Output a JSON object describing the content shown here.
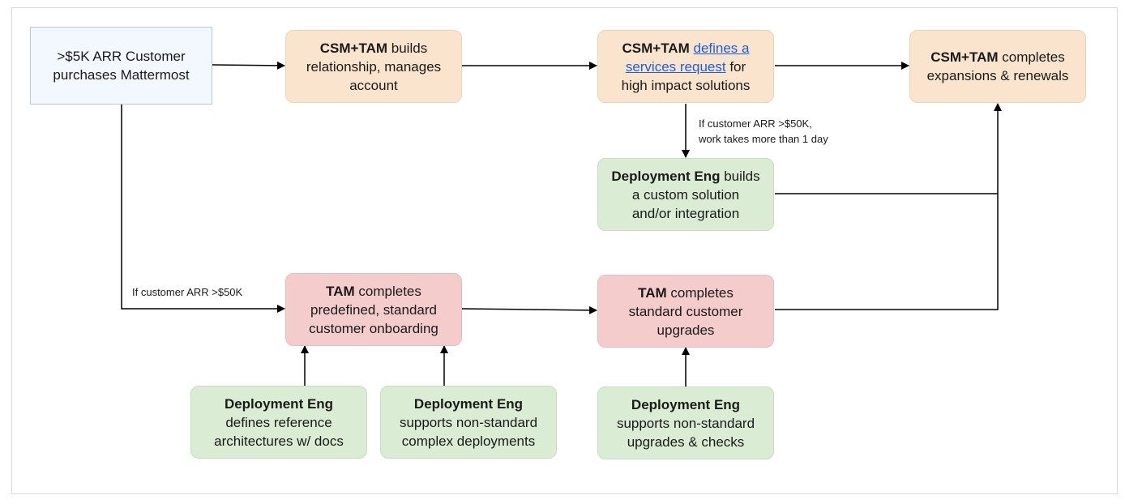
{
  "nodes": {
    "customer": {
      "line1": ">$5K ARR Customer",
      "line2": "purchases Mattermost"
    },
    "relationship": {
      "bold": "CSM+TAM",
      "line1_rest": " builds",
      "line2": "relationship, manages",
      "line3": "account"
    },
    "services": {
      "bold": "CSM+TAM",
      "link1": "defines a",
      "link2": "services request",
      "line2_rest": " for",
      "line3": "high impact solutions"
    },
    "expansions": {
      "bold": "CSM+TAM",
      "line1_rest": " completes",
      "line2": "expansions & renewals"
    },
    "custom_solution": {
      "bold": "Deployment Eng",
      "line1_rest": " builds",
      "line2": "a custom solution",
      "line3": "and/or integration"
    },
    "onboarding": {
      "bold": "TAM",
      "line1_rest": " completes",
      "line2": "predefined, standard",
      "line3": "customer onboarding"
    },
    "upgrades": {
      "bold": "TAM",
      "line1_rest": " completes",
      "line2": "standard customer",
      "line3": "upgrades"
    },
    "ref_arch": {
      "bold": "Deployment Eng",
      "line2": "defines reference",
      "line3": "architectures w/ docs"
    },
    "complex_deploy": {
      "bold": "Deployment Eng",
      "line2": "supports non-standard",
      "line3": "complex deployments"
    },
    "nonstd_upgrades": {
      "bold": "Deployment Eng",
      "line2": "supports non-standard",
      "line3": "upgrades & checks"
    }
  },
  "edge_labels": {
    "services_to_custom": [
      "If customer ARR >$50K,",
      "work takes more than 1 day"
    ],
    "customer_to_onboarding": "If customer ARR >$50K"
  },
  "colors": {
    "start": "#f3f8ff",
    "csm_tam": "#fbe4ce",
    "tam": "#f5cccc",
    "deployment_eng": "#dbecd5",
    "link": "#1f5fd6",
    "connector": "#000000"
  }
}
